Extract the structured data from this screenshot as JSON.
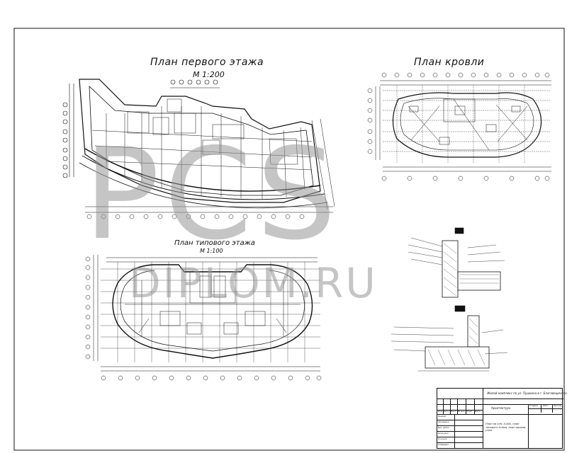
{
  "titles": {
    "first_floor": "План первого этажа",
    "first_floor_scale": "М 1:200",
    "roof": "План кровли",
    "typical_floor": "План типового этажа",
    "typical_floor_scale": "М 1:100"
  },
  "watermark": {
    "main": "PCS",
    "sub": "DIPLOM.RU"
  },
  "stamp": {
    "project": "Жилой комплекс по ул. Пушкина в г. Благовещенске",
    "section": "Архитектура",
    "drawing": "План на отм. 0,000, план типового этажа, план кровли, узлы",
    "headers": [
      "Изм.",
      "Кол.уч",
      "Лист",
      "№ док.",
      "Подп.",
      "Дата"
    ],
    "sheet_headers": [
      "Стадия",
      "Лист",
      "Листов"
    ],
    "roles": [
      "Разраб.",
      "Проверил",
      "Рук. дипл.",
      "Консульт.",
      "Н.контр.",
      "Утвердил"
    ]
  },
  "colors": {
    "line": "#111111",
    "watermark": "#969696"
  }
}
